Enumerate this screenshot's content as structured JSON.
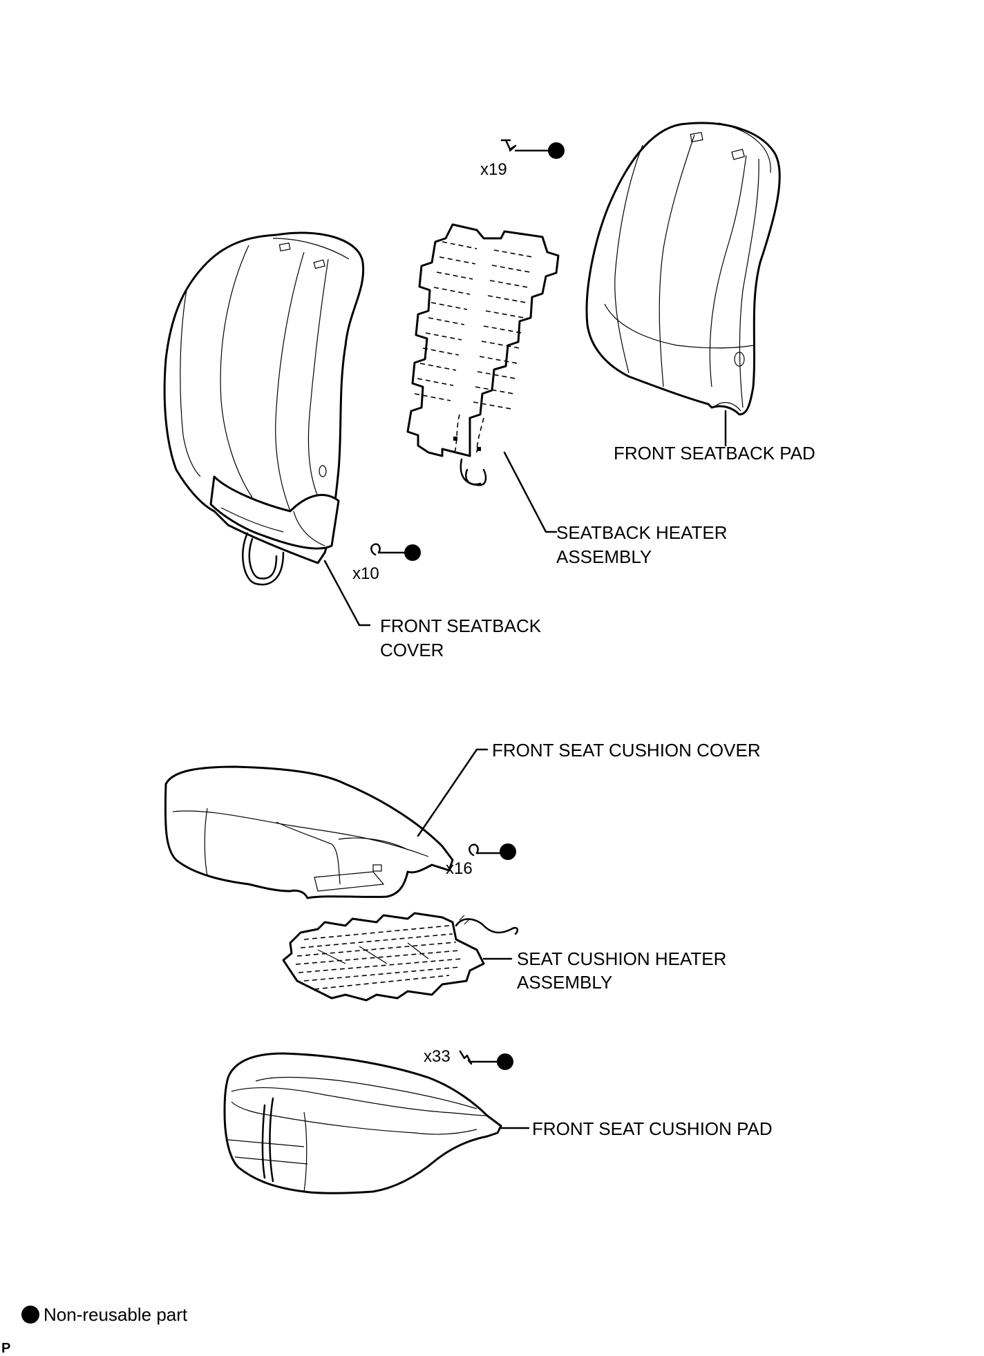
{
  "labels": {
    "front_seatback_pad": "FRONT SEATBACK PAD",
    "seatback_heater_line1": "SEATBACK HEATER",
    "seatback_heater_line2": "ASSEMBLY",
    "front_seatback_cover_line1": "FRONT SEATBACK",
    "front_seatback_cover_line2": "COVER",
    "front_seat_cushion_cover": "FRONT SEAT CUSHION COVER",
    "seat_cushion_heater_line1": "SEAT CUSHION HEATER",
    "seat_cushion_heater_line2": "ASSEMBLY",
    "front_seat_cushion_pad": "FRONT SEAT CUSHION PAD"
  },
  "quantities": {
    "seatback_pad_clips": "x19",
    "seatback_cover_rings": "x10",
    "cushion_cover_rings": "x16",
    "cushion_pad_clips": "x33"
  },
  "legend": {
    "icon": "filled-circle-icon",
    "text": "Non-reusable part"
  },
  "corner_mark": "P",
  "colors": {
    "ink": "#000000",
    "paper": "#ffffff"
  }
}
